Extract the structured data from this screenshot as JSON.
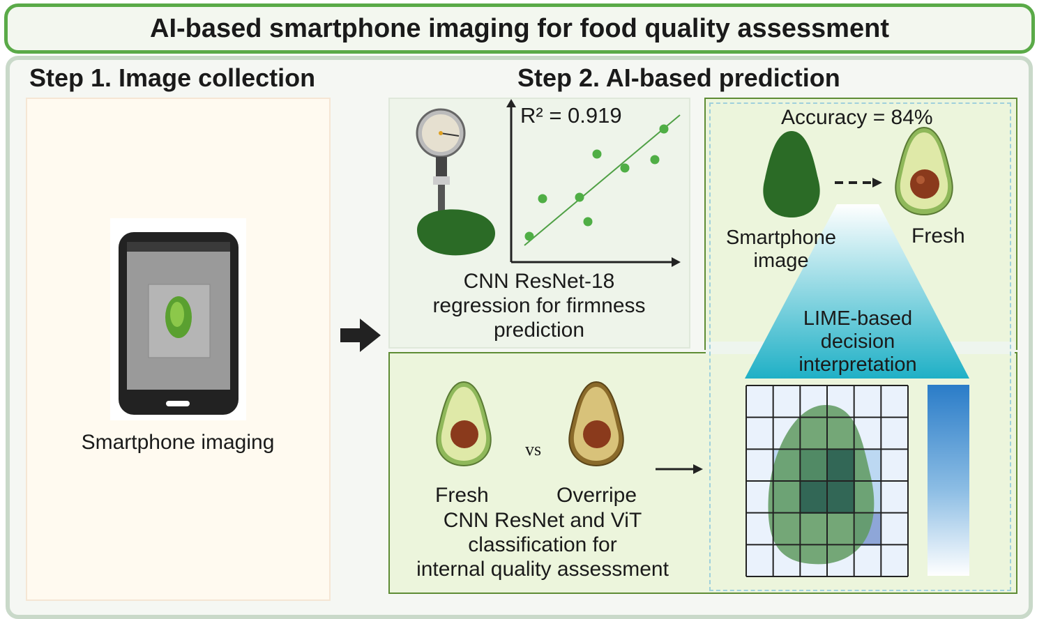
{
  "title": "AI-based smartphone imaging for food quality assessment",
  "step1": {
    "heading": "Step 1. Image collection",
    "label": "Smartphone imaging"
  },
  "step2": {
    "heading": "Step 2. AI-based prediction",
    "regression": {
      "r2_label": "R² = 0.919",
      "caption_lines": [
        "CNN ResNet-18",
        "regression for firmness",
        "prediction"
      ]
    },
    "accuracy": {
      "label": "Accuracy = 84%",
      "input_lines": [
        "Smartphone",
        "image"
      ],
      "output": "Fresh"
    },
    "lime": {
      "lines": [
        "LIME-based",
        "decision",
        "interpretation"
      ]
    },
    "classification": {
      "fresh": "Fresh",
      "vs": "vs",
      "overripe": "Overripe",
      "caption_lines": [
        "CNN ResNet and ViT",
        "classification for",
        "internal quality assessment"
      ]
    }
  },
  "colors": {
    "title_border": "#5aaa48",
    "box_border": "#5e8c34",
    "avocado_dark": "#2b6b26",
    "point": "#4fae45",
    "lime_cyan": "#20b4c8",
    "colorbar_blue": "#2a7cc8"
  }
}
